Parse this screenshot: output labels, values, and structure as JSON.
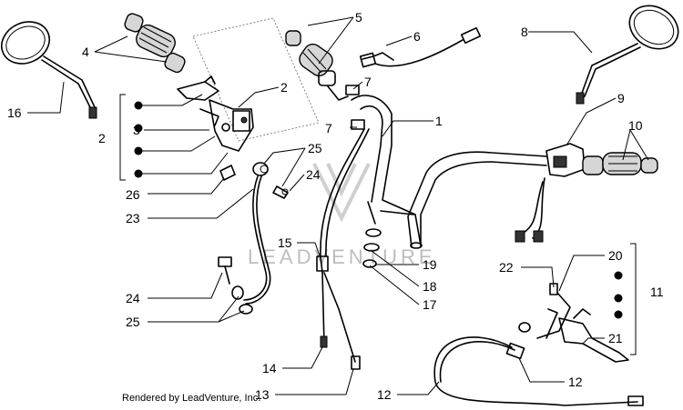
{
  "diagram": {
    "labels": {
      "l1": "1",
      "l2a": "2",
      "l2b": "2",
      "l3": "3",
      "l4": "4",
      "l5": "5",
      "l6": "6",
      "l7a": "7",
      "l7b": "7",
      "l8": "8",
      "l9": "9",
      "l10": "10",
      "l11": "11",
      "l12a": "12",
      "l12b": "12",
      "l13": "13",
      "l14": "14",
      "l15": "15",
      "l16": "16",
      "l17": "17",
      "l18": "18",
      "l19": "19",
      "l20": "20",
      "l21": "21",
      "l22": "22",
      "l23": "23",
      "l24a": "24",
      "l24b": "24",
      "l25a": "25",
      "l25b": "25",
      "l26": "26"
    },
    "watermark": "LEADVENTURE",
    "credit": "Rendered by LeadVenture, Inc.",
    "colors": {
      "line": "#000000",
      "grip": "#d6d6d6",
      "watermark": "#bdbdbd"
    }
  }
}
